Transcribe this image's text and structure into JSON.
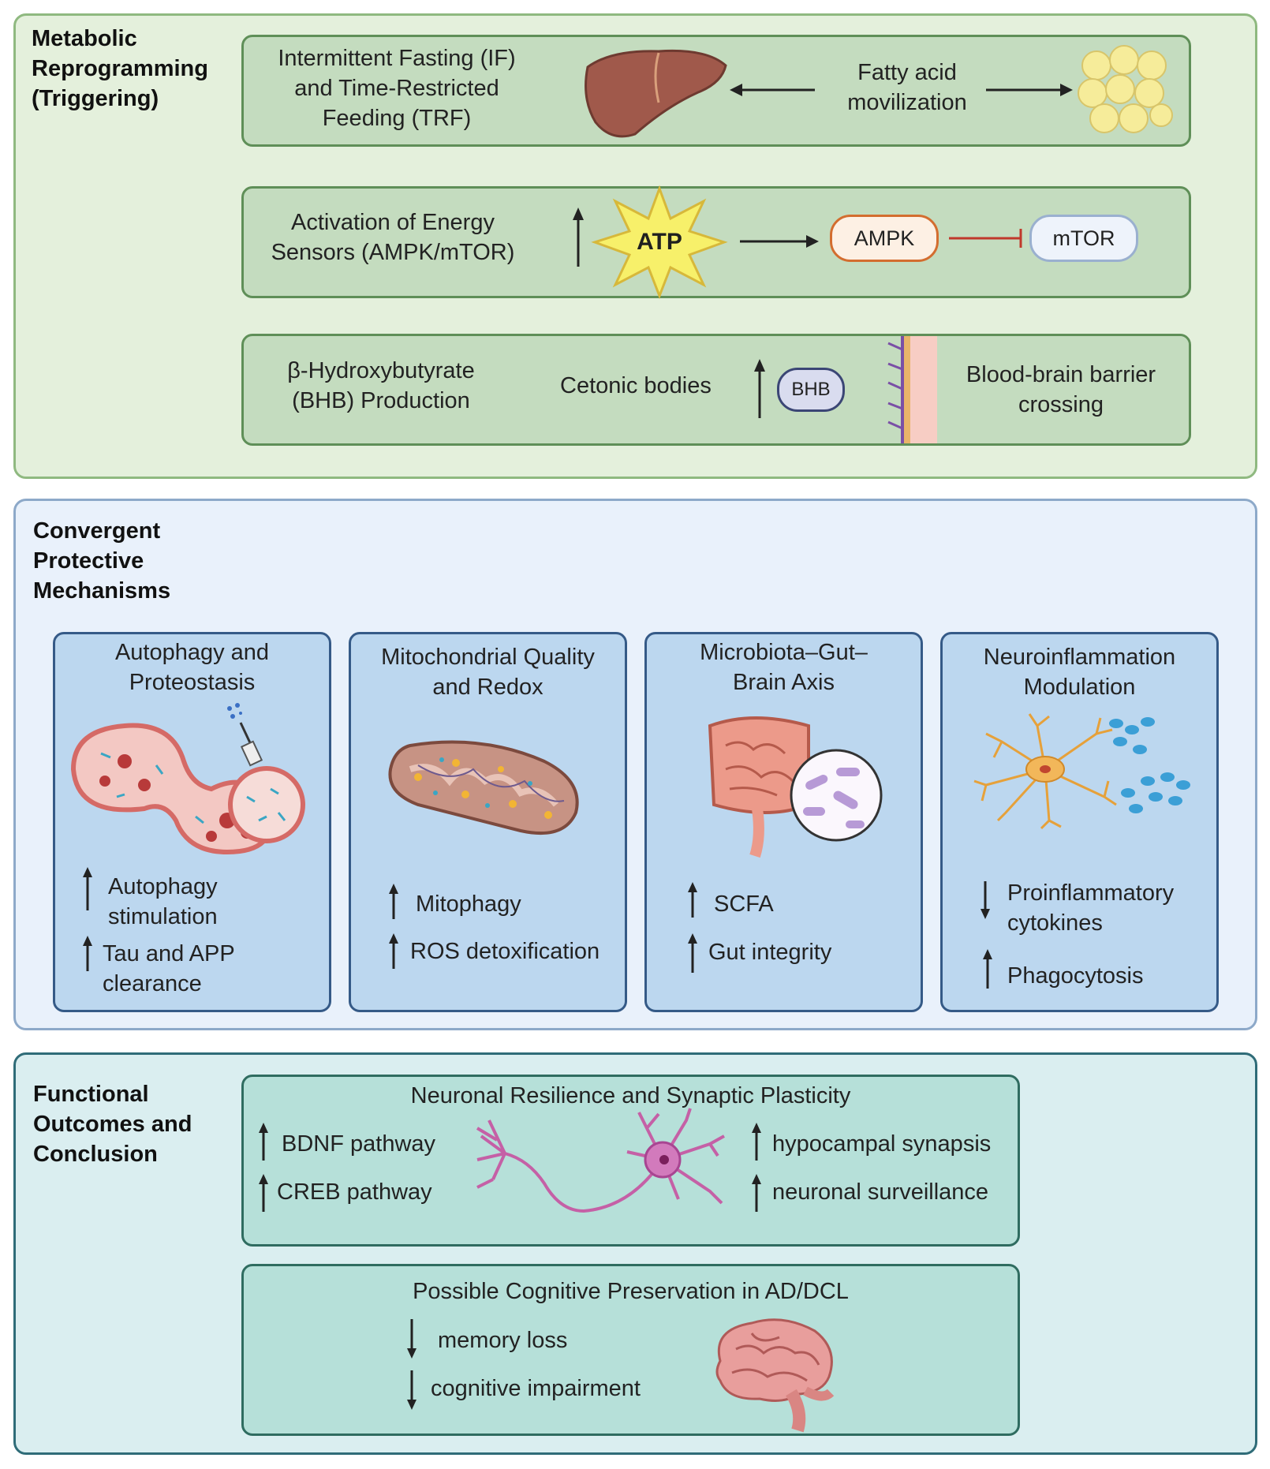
{
  "colors": {
    "section1_bg": "#e4f0dc",
    "section1_border": "#8fb980",
    "row1_bg": "#c4dcbf",
    "row1_border": "#5f8f58",
    "section2_bg": "#e9f1fb",
    "section2_border": "#8da9c9",
    "card_bg": "#bcd7ef",
    "card_border": "#355a87",
    "section3_bg": "#daeef0",
    "section3_border": "#2f6c78",
    "row3_bg": "#b6e0d9",
    "row3_border": "#2f6c60",
    "ampk_border": "#d36d2f",
    "inhibit": "#c0392b"
  },
  "section1": {
    "title": "Metabolic\nReprogramming\n(Triggering)",
    "row1": {
      "label": "Intermittent Fasting (IF)\nand Time-Restricted\nFeeding (TRF)",
      "mid": "Fatty acid\nmovilization",
      "icons": [
        "liver-icon",
        "adipocytes-icon"
      ]
    },
    "row2": {
      "label": "Activation of Energy\nSensors (AMPK/mTOR)",
      "atp": "ATP",
      "ampk": "AMPK",
      "mtor": "mTOR"
    },
    "row3": {
      "label": "β-Hydroxybutyrate\n(BHB) Production",
      "mid": "Cetonic bodies",
      "bhb": "BHB",
      "right": "Blood-brain barrier\ncrossing"
    }
  },
  "section2": {
    "title": "Convergent\nProtective\nMechanisms",
    "cards": [
      {
        "title": "Autophagy and\nProteostasis",
        "items": [
          {
            "dir": "up",
            "text": "Autophagy\nstimulation"
          },
          {
            "dir": "up",
            "text": "Tau and APP\nclearance"
          }
        ]
      },
      {
        "title": "Mitochondrial Quality\nand Redox",
        "items": [
          {
            "dir": "up",
            "text": "Mitophagy"
          },
          {
            "dir": "up",
            "text": "ROS detoxification"
          }
        ]
      },
      {
        "title": "Microbiota–Gut–\nBrain Axis",
        "items": [
          {
            "dir": "up",
            "text": "SCFA"
          },
          {
            "dir": "up",
            "text": "Gut integrity"
          }
        ]
      },
      {
        "title": "Neuroinflammation\nModulation",
        "items": [
          {
            "dir": "down",
            "text": "Proinflammatory\ncytokines"
          },
          {
            "dir": "up",
            "text": "Phagocytosis"
          }
        ]
      }
    ]
  },
  "section3": {
    "title": "Functional\nOutcomes and\nConclusion",
    "row1": {
      "title": "Neuronal Resilience and Synaptic Plasticity",
      "left": [
        "BDNF pathway",
        "CREB pathway"
      ],
      "right": [
        "hypocampal synapsis",
        "neuronal surveillance"
      ]
    },
    "row2": {
      "title": "Possible Cognitive Preservation in AD/DCL",
      "items": [
        "memory loss",
        "cognitive impairment"
      ]
    }
  }
}
